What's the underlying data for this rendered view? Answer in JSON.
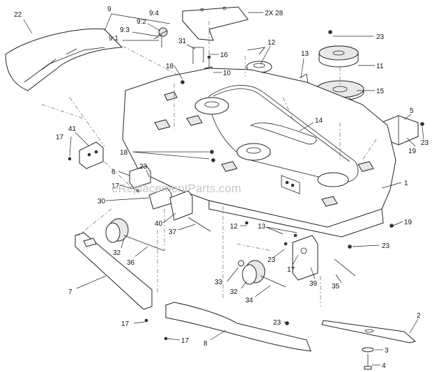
{
  "watermark": "eReplacementParts.com",
  "callouts": [
    {
      "id": "c22",
      "text": "22"
    },
    {
      "id": "c9",
      "text": "9"
    },
    {
      "id": "c9_4",
      "text": "9:4"
    },
    {
      "id": "c9_2",
      "text": "9:2"
    },
    {
      "id": "c9_3",
      "text": "9:3"
    },
    {
      "id": "c9_1",
      "text": "9:1"
    },
    {
      "id": "c2x28",
      "text": "2X 28"
    },
    {
      "id": "c23a",
      "text": "23"
    },
    {
      "id": "c31",
      "text": "31"
    },
    {
      "id": "c16",
      "text": "16"
    },
    {
      "id": "c10",
      "text": "10"
    },
    {
      "id": "c12a",
      "text": "12"
    },
    {
      "id": "c13a",
      "text": "13"
    },
    {
      "id": "c11",
      "text": "11"
    },
    {
      "id": "c18a",
      "text": "18"
    },
    {
      "id": "c15",
      "text": "15"
    },
    {
      "id": "c14",
      "text": "14"
    },
    {
      "id": "c5",
      "text": "5"
    },
    {
      "id": "c19a",
      "text": "19"
    },
    {
      "id": "c23b",
      "text": "23"
    },
    {
      "id": "c41",
      "text": "41"
    },
    {
      "id": "c17a",
      "text": "17"
    },
    {
      "id": "c18b",
      "text": "18"
    },
    {
      "id": "c6",
      "text": "6"
    },
    {
      "id": "c23c",
      "text": "23"
    },
    {
      "id": "c17b",
      "text": "17"
    },
    {
      "id": "c1",
      "text": "1"
    },
    {
      "id": "c30",
      "text": "30"
    },
    {
      "id": "c40",
      "text": "40"
    },
    {
      "id": "c37",
      "text": "37"
    },
    {
      "id": "c12b",
      "text": "12"
    },
    {
      "id": "c13b",
      "text": "13"
    },
    {
      "id": "c19b",
      "text": "19"
    },
    {
      "id": "c23d",
      "text": "23"
    },
    {
      "id": "c32a",
      "text": "32"
    },
    {
      "id": "c36",
      "text": "36"
    },
    {
      "id": "c23e",
      "text": "23"
    },
    {
      "id": "c17c",
      "text": "17"
    },
    {
      "id": "c39",
      "text": "39"
    },
    {
      "id": "c7",
      "text": "7"
    },
    {
      "id": "c33",
      "text": "33"
    },
    {
      "id": "c32b",
      "text": "32"
    },
    {
      "id": "c34",
      "text": "34"
    },
    {
      "id": "c35",
      "text": "35"
    },
    {
      "id": "c17d",
      "text": "17"
    },
    {
      "id": "c17e",
      "text": "17"
    },
    {
      "id": "c8",
      "text": "8"
    },
    {
      "id": "c23f",
      "text": "23"
    },
    {
      "id": "c2",
      "text": "2"
    },
    {
      "id": "c3",
      "text": "3"
    },
    {
      "id": "c4",
      "text": "4"
    }
  ]
}
